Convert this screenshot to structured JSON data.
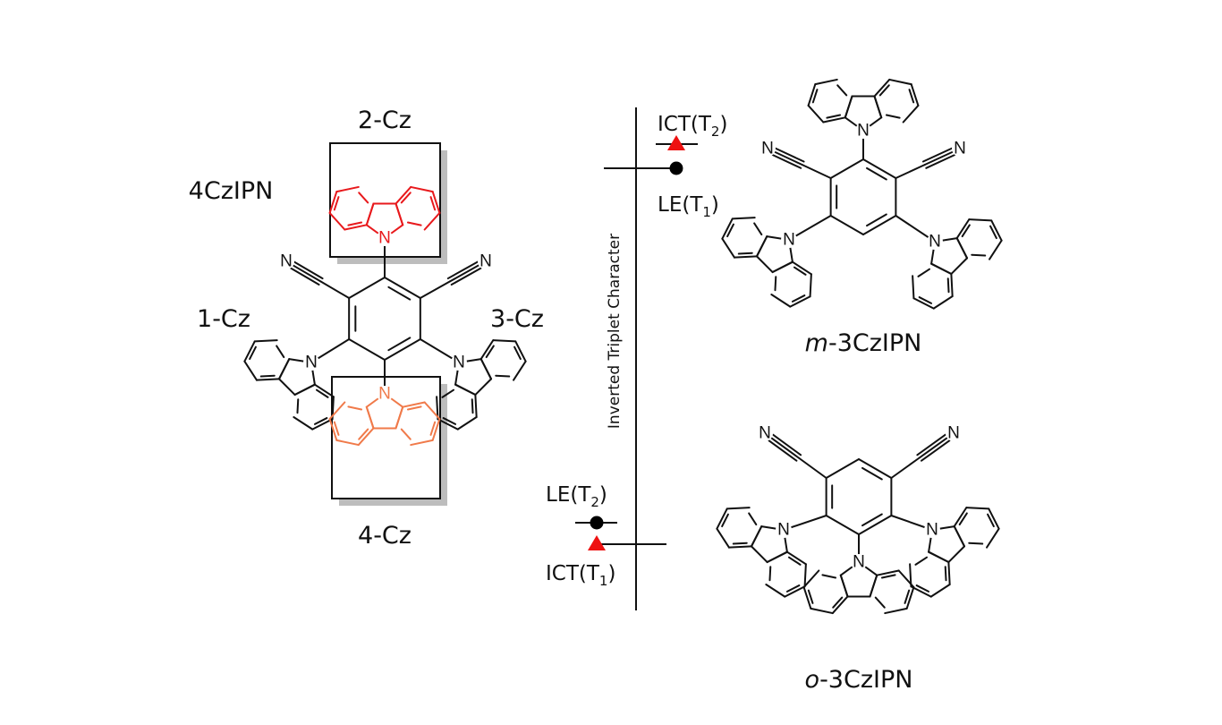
{
  "figure": {
    "compounds": {
      "parent": "4CzIPN",
      "meta": {
        "prefix": "m",
        "name": "-3CzIPN"
      },
      "ortho": {
        "prefix": "o",
        "name": "-3CzIPN"
      }
    },
    "carbazole_labels": {
      "cz1": "1-Cz",
      "cz2": "2-Cz",
      "cz3": "3-Cz",
      "cz4": "4-Cz"
    },
    "atoms": {
      "nitrogen": "N"
    },
    "energy_diagram": {
      "axis_label": "Inverted Triplet Character",
      "top": {
        "upper": {
          "main": "ICT(T",
          "sub": "2",
          "end": ")",
          "marker": "triangle"
        },
        "lower": {
          "main": "LE(T",
          "sub": "1",
          "end": ")",
          "marker": "circle"
        }
      },
      "bottom": {
        "upper": {
          "main": "LE(T",
          "sub": "2",
          "end": ")",
          "marker": "circle"
        },
        "lower": {
          "main": "ICT(T",
          "sub": "1",
          "end": ")",
          "marker": "triangle"
        }
      }
    },
    "colors": {
      "bond": "#111111",
      "cz2": "#e8191c",
      "cz4": "#f07a4a",
      "triangle": "#ee1111",
      "circle": "#000000",
      "shadow": "#bdbdbd"
    }
  }
}
